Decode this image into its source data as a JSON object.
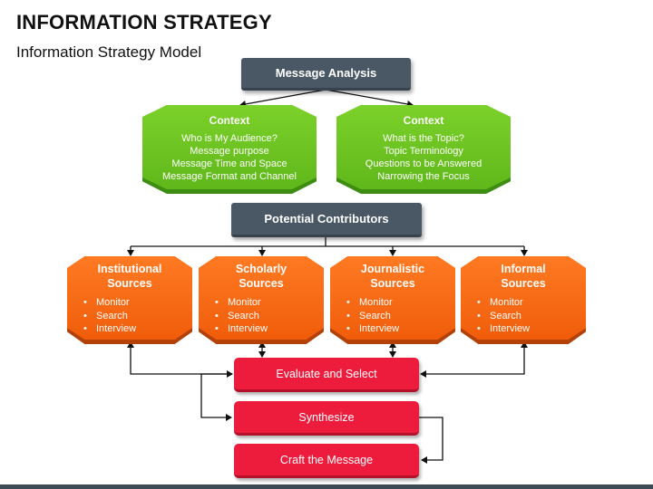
{
  "header": {
    "title": "INFORMATION STRATEGY",
    "subtitle": "Information Strategy Model"
  },
  "diagram": {
    "message_analysis": "Message Analysis",
    "contexts": [
      {
        "title": "Context",
        "lines": [
          "Who is My Audience?",
          "Message purpose",
          "Message Time and Space",
          "Message Format and Channel"
        ]
      },
      {
        "title": "Context",
        "lines": [
          "What is the Topic?",
          "Topic Terminology",
          "Questions to be Answered",
          "Narrowing the Focus"
        ]
      }
    ],
    "potential_contributors": "Potential Contributors",
    "sources": [
      {
        "title_line1": "Institutional",
        "title_line2": "Sources",
        "items": [
          "Monitor",
          "Search",
          "Interview"
        ]
      },
      {
        "title_line1": "Scholarly",
        "title_line2": "Sources",
        "items": [
          "Monitor",
          "Search",
          "Interview"
        ]
      },
      {
        "title_line1": "Journalistic",
        "title_line2": "Sources",
        "items": [
          "Monitor",
          "Search",
          "Interview"
        ]
      },
      {
        "title_line1": "Informal",
        "title_line2": "Sources",
        "items": [
          "Monitor",
          "Search",
          "Interview"
        ]
      }
    ],
    "steps": [
      "Evaluate and Select",
      "Synthesize",
      "Craft the Message"
    ]
  },
  "colors": {
    "dark_box": "#4a5865",
    "green": "#6cc21f",
    "orange": "#f8661a",
    "red": "#ee1c3c"
  }
}
